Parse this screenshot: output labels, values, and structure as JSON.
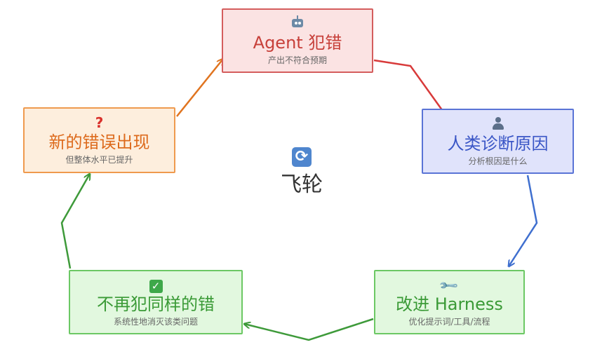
{
  "colors": {
    "red": "#d45d5d",
    "blue": "#5a74d6",
    "green": "#6cc864",
    "orange": "#ef9a4e"
  },
  "center": {
    "icon": "cycle-arrows-icon",
    "label": "飞轮"
  },
  "nodes": {
    "agent": {
      "icon": "robot-icon",
      "title": "Agent 犯错",
      "subtitle": "产出不符合预期"
    },
    "human": {
      "icon": "person-icon",
      "title": "人类诊断原因",
      "subtitle": "分析根因是什么"
    },
    "improve": {
      "icon": "wrench-icon",
      "title": "改进 Harness",
      "subtitle": "优化提示词/工具/流程"
    },
    "same": {
      "icon": "checkmark-icon",
      "title": "不再犯同样的错",
      "subtitle": "系统性地消灭该类问题"
    },
    "new": {
      "icon": "question-icon",
      "title": "新的错误出现",
      "subtitle": "但整体水平已提升"
    }
  }
}
